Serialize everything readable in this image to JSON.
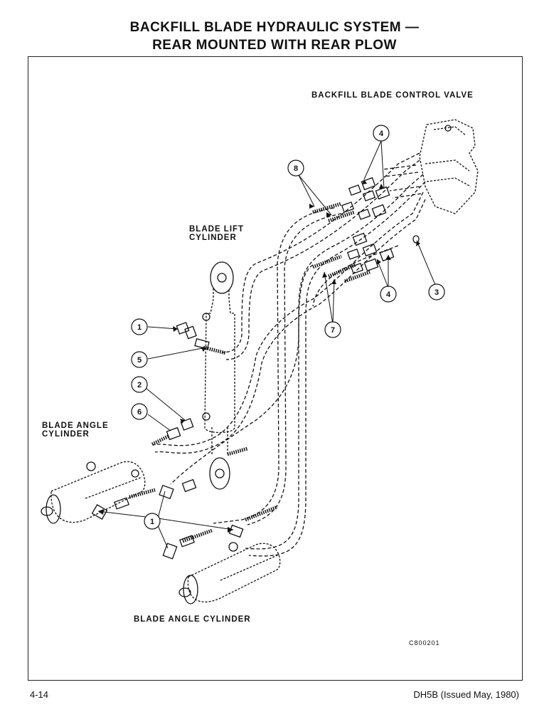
{
  "title": {
    "line1": "BACKFILL BLADE HYDRAULIC SYSTEM —",
    "line2": "REAR MOUNTED WITH REAR PLOW"
  },
  "labels": {
    "control_valve": "BACKFILL BLADE CONTROL VALVE",
    "lift_cylinder_1": "BLADE LIFT",
    "lift_cylinder_2": "CYLINDER",
    "angle_cylinder_left_1": "BLADE ANGLE",
    "angle_cylinder_left_2": "CYLINDER",
    "angle_cylinder_bottom": "BLADE ANGLE CYLINDER",
    "drawing_code": "C800201"
  },
  "callouts": {
    "c1a": "1",
    "c5": "5",
    "c2": "2",
    "c6": "6",
    "c1b": "1",
    "c8": "8",
    "c4a": "4",
    "c4b": "4",
    "c7": "7",
    "c3": "3"
  },
  "footer": {
    "page": "4-14",
    "doc": "DH5B (Issued May, 1980)"
  }
}
